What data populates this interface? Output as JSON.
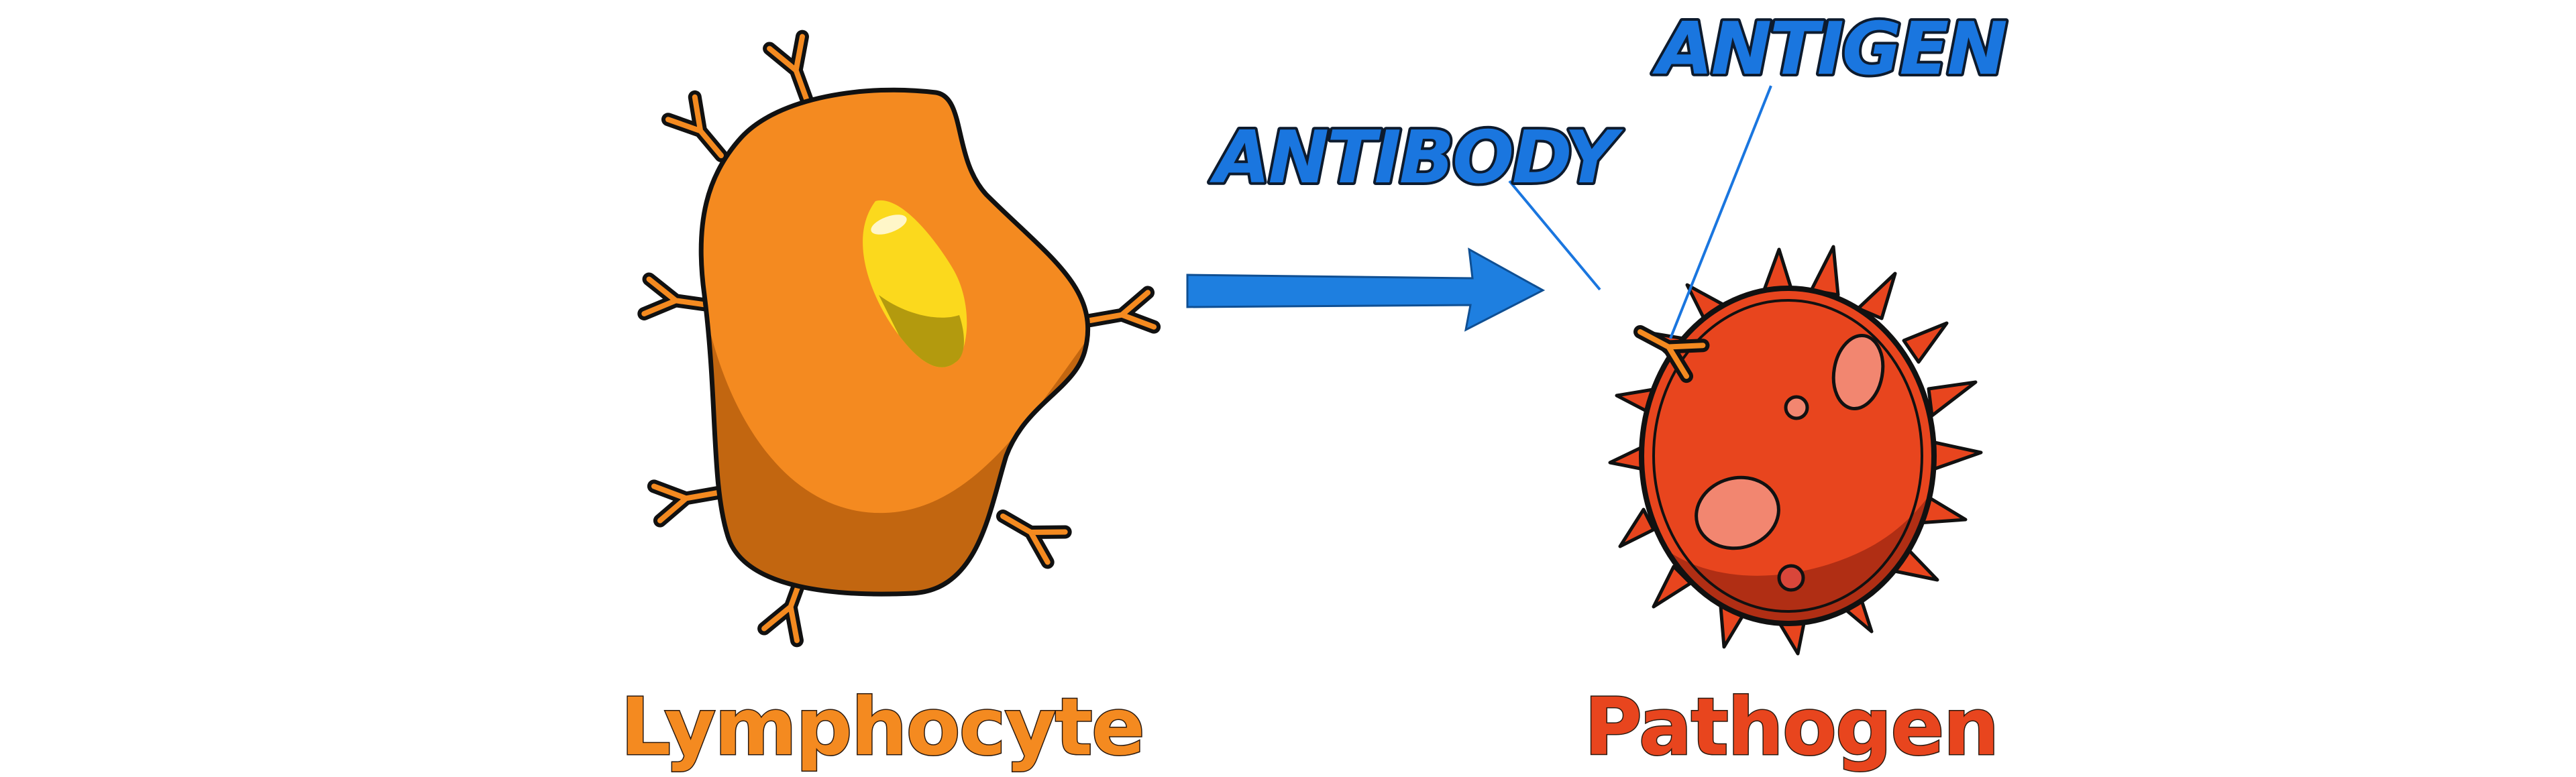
{
  "labels": {
    "lymphocyte": "Lymphocyte",
    "pathogen": "Pathogen",
    "antibody": "ANTIBODY",
    "antigen": "ANTIGEN"
  },
  "colors": {
    "lymphocyte_body": "#f48a20",
    "lymphocyte_shadow": "#c26610",
    "nucleus": "#fbd91d",
    "nucleus_shadow": "#b39a0e",
    "pathogen_body": "#e8451e",
    "pathogen_shadow": "#b02e14",
    "pathogen_spots": "#f28670",
    "arrow": "#1e7fe0",
    "callout_text": "#1a76df",
    "outline": "#111111"
  },
  "icons": {
    "lymphocyte": "lymphocyte-cell-icon",
    "pathogen": "pathogen-cell-icon",
    "antibody": "antibody-y-icon",
    "arrow": "right-arrow-icon"
  }
}
